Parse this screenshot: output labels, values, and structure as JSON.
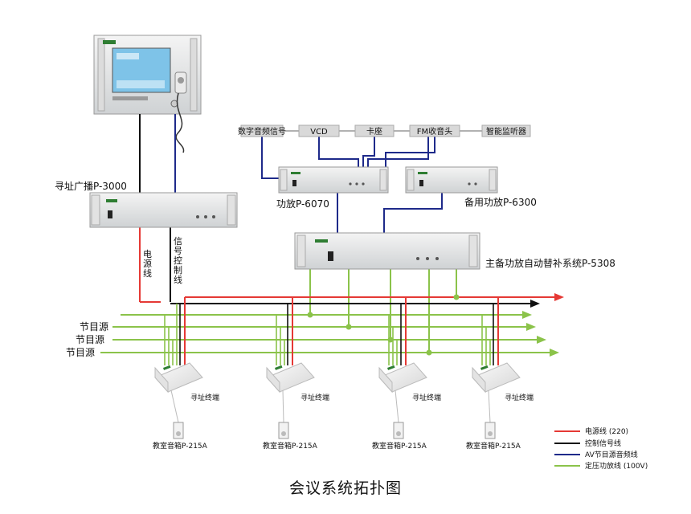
{
  "diagram": {
    "title": "会议系统拓扑图",
    "sources": [
      "数字音频信号",
      "VCD",
      "卡座",
      "FM收音头",
      "智能监听器"
    ],
    "devices": {
      "paging": "寻址广播P-3000",
      "amp_main": "功放P-6070",
      "amp_backup": "备用功放P-6300",
      "switcher": "主备功放自动替补系统P-5308"
    },
    "line_labels": {
      "power": "电源线",
      "control": "信号控制线"
    },
    "program_sources": [
      "节目源",
      "节目源",
      "节目源"
    ],
    "terminals": [
      "寻址终端",
      "寻址终端",
      "寻址终端",
      "寻址终端"
    ],
    "speakers": [
      "教室音箱P-215A",
      "教室音箱P-215A",
      "教室音箱P-215A",
      "教室音箱P-215A"
    ],
    "legend": [
      {
        "label": "电源线 (220)",
        "color": "#e53935"
      },
      {
        "label": "控制信号线",
        "color": "#111111"
      },
      {
        "label": "AV节目源音频线",
        "color": "#1e2a8a"
      },
      {
        "label": "定压功放线 (100V)",
        "color": "#8bc34a"
      }
    ],
    "colors": {
      "power": "#e53935",
      "control": "#111111",
      "av": "#1e2a8a",
      "line100v": "#8bc34a"
    }
  }
}
